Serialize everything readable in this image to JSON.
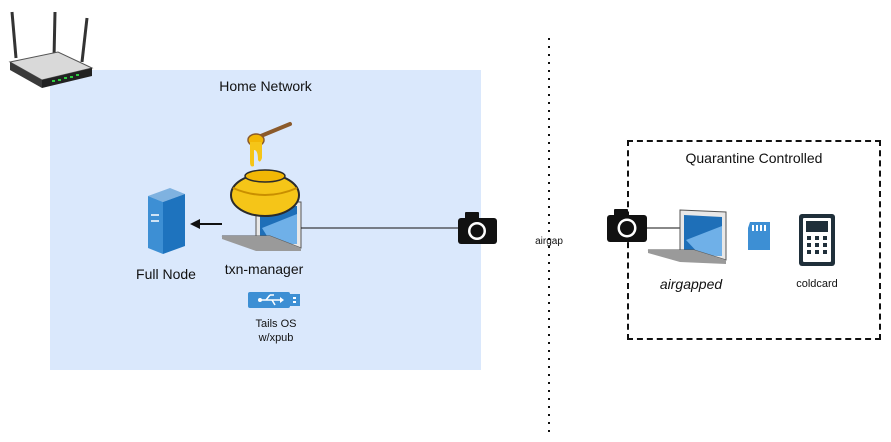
{
  "home_network": {
    "title": "Home Network"
  },
  "quarantine": {
    "title": "Quarantine Controlled"
  },
  "nodes": {
    "full_node": {
      "label": "Full Node",
      "icon": "server-icon"
    },
    "txn_manager": {
      "label": "txn-manager",
      "icon": "laptop-icon",
      "badge_icon": "honey-pot-icon"
    },
    "usb": {
      "label_line1": "Tails OS",
      "label_line2": "w/xpub",
      "icon": "usb-drive-icon"
    },
    "airgapped": {
      "label": "airgapped",
      "icon": "laptop-icon"
    },
    "coldcard": {
      "label": "coldcard",
      "icon": "calculator-icon"
    },
    "sd_card": {
      "icon": "sd-card-icon"
    },
    "router": {
      "icon": "router-icon"
    },
    "camera_left": {
      "icon": "camera-icon"
    },
    "camera_right": {
      "icon": "camera-icon"
    }
  },
  "divider": {
    "label": "airgap"
  },
  "colors": {
    "zone_fill": "#dae8fc",
    "icon_blue": "#1e73be",
    "laptop_screen": "#1e6fb8",
    "honey": "#f5c518"
  }
}
